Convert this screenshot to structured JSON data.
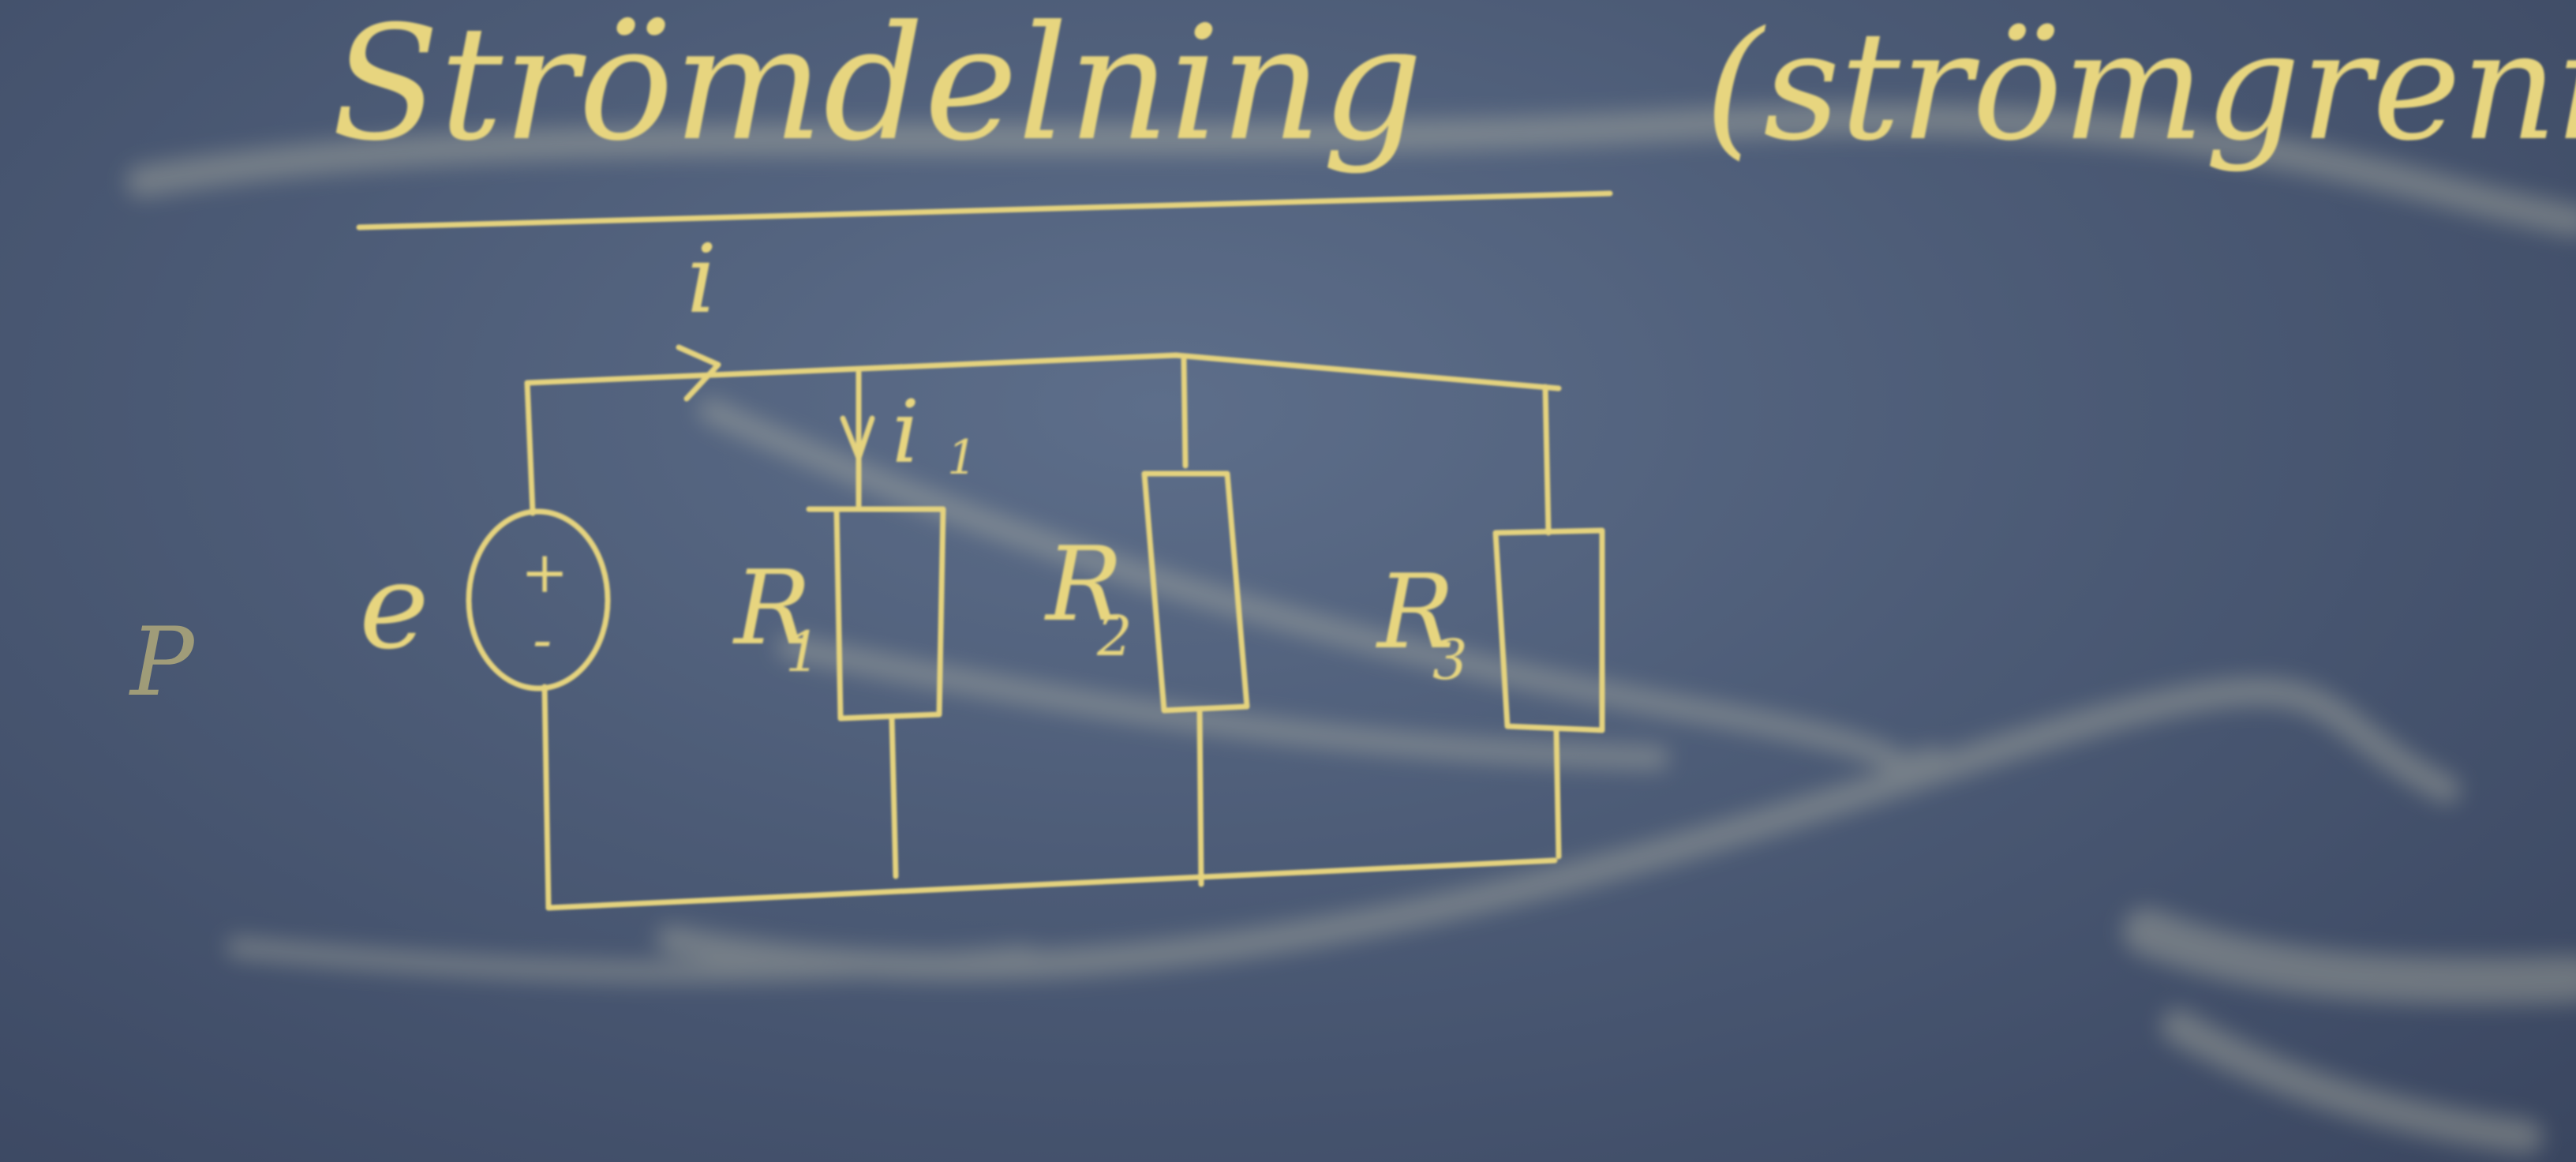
{
  "board": {
    "title": "Strömdelning",
    "title_paren": "(strömgrenin",
    "stray_mark": "P"
  },
  "circuit": {
    "source_label": "e",
    "source_plus": "+",
    "source_minus": "-",
    "current_label": "i",
    "branch_current_label": "i",
    "branch_current_sub": "1",
    "resistors": [
      {
        "label": "R",
        "sub": "1"
      },
      {
        "label": "R",
        "sub": "2"
      },
      {
        "label": "R",
        "sub": "3"
      }
    ]
  },
  "colors": {
    "chalk": "#e7d57f",
    "board": "#4c5b76"
  }
}
